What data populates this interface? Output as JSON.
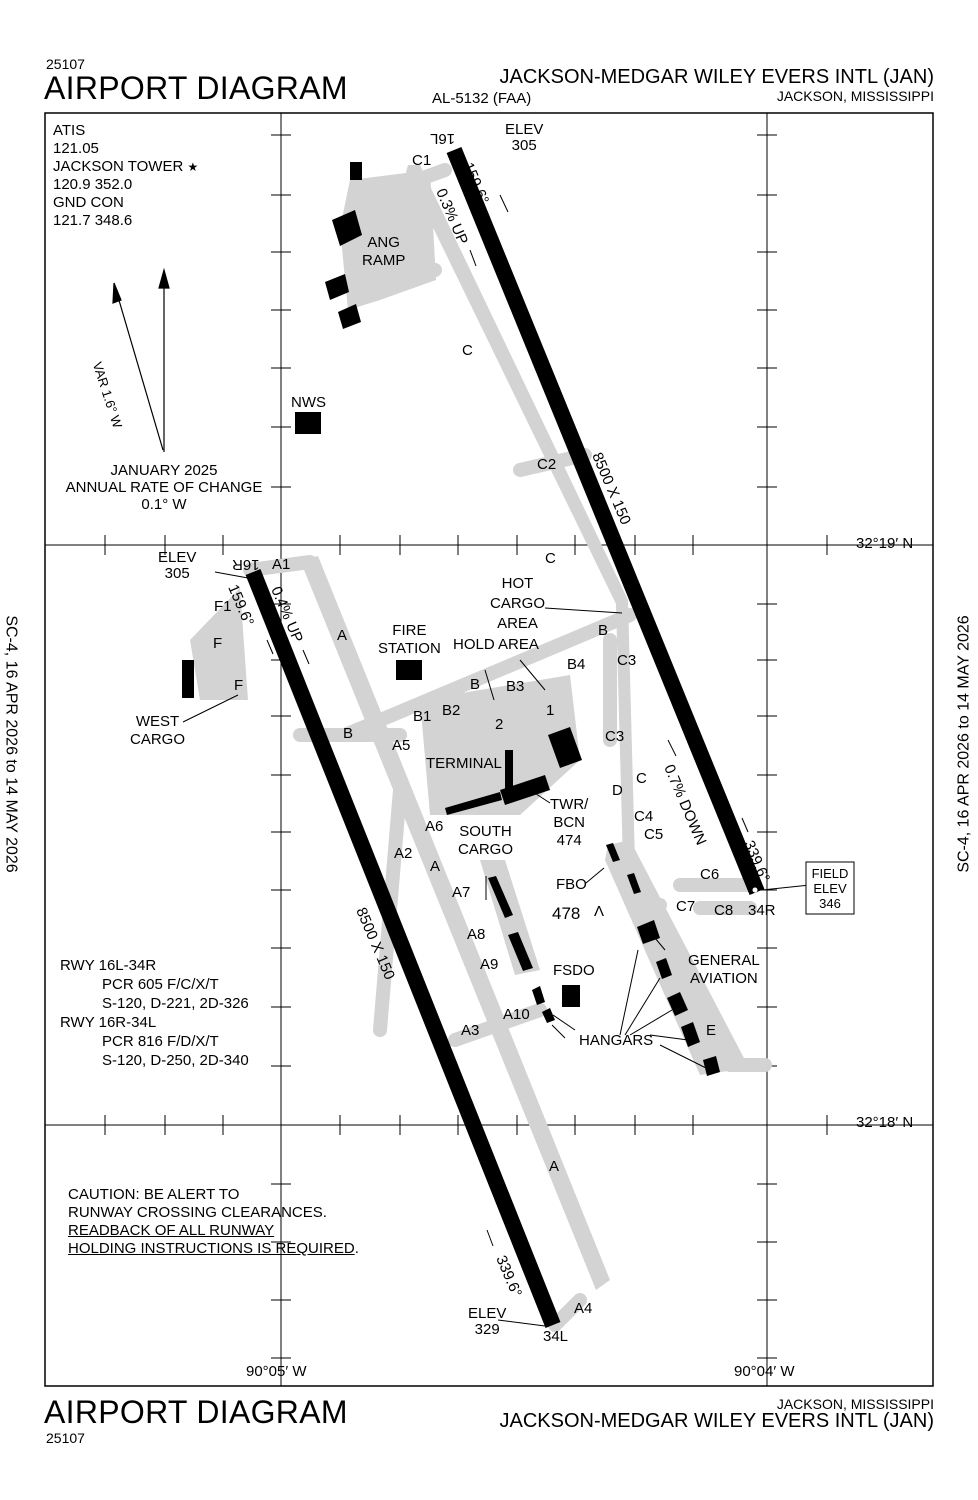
{
  "header": {
    "chart_number": "25107",
    "title": "AIRPORT DIAGRAM",
    "airport_name": "JACKSON-MEDGAR WILEY EVERS INTL (JAN)",
    "procedure_id": "AL-5132 (FAA)",
    "city_state": "JACKSON, MISSISSIPPI"
  },
  "footer": {
    "chart_number": "25107",
    "title": "AIRPORT DIAGRAM",
    "airport_name": "JACKSON-MEDGAR WILEY EVERS INTL (JAN)",
    "city_state": "JACKSON, MISSISSIPPI"
  },
  "side_dates": {
    "left": "SC-4, 16 APR 2026 to 14 MAY 2026",
    "right": "SC-4, 16 APR 2026 to 14 MAY 2026"
  },
  "frequencies": {
    "atis_label": "ATIS",
    "atis_freq": "121.05",
    "tower_label": "JACKSON TOWER",
    "tower_freq": "120.9 352.0",
    "gnd_label": "GND CON",
    "gnd_freq": "121.7 348.6"
  },
  "magnetic": {
    "variation": "VAR 1.6° W",
    "date": "JANUARY 2025",
    "rate_label": "ANNUAL RATE OF CHANGE",
    "rate_value": "0.1° W"
  },
  "coords": {
    "lat_upper": "32°19′ N",
    "lat_lower": "32°18′ N",
    "lon_left": "90°05′ W",
    "lon_right": "90°04′ W"
  },
  "runways": {
    "east": {
      "north_end": "16L",
      "south_end": "34R",
      "dimensions": "8500 X 150",
      "heading_n": "159.6°",
      "heading_s": "339.6°",
      "grade": "0.3% UP",
      "grade_down": "0.7% DOWN",
      "north_elev_label": "ELEV",
      "north_elev": "305"
    },
    "west": {
      "north_end": "16R",
      "south_end": "34L",
      "dimensions": "8500 X 150",
      "heading_n": "159.6°",
      "heading_s": "339.6°",
      "grade": "0.4% UP",
      "north_elev_label": "ELEV",
      "north_elev": "305",
      "south_elev_label": "ELEV",
      "south_elev": "329"
    }
  },
  "field_elev": {
    "label1": "FIELD",
    "label2": "ELEV",
    "value": "346"
  },
  "labels": {
    "ang_ramp_1": "ANG",
    "ang_ramp_2": "RAMP",
    "nws": "NWS",
    "fire_1": "FIRE",
    "fire_2": "STATION",
    "hot_cargo_1": "HOT",
    "hot_cargo_2": "CARGO",
    "hot_cargo_3": "AREA",
    "hold_area": "HOLD AREA",
    "terminal": "TERMINAL",
    "twr_1": "TWR/",
    "twr_2": "BCN",
    "twr_3": "474",
    "south_cargo_1": "SOUTH",
    "south_cargo_2": "CARGO",
    "west_cargo_1": "WEST",
    "west_cargo_2": "CARGO",
    "fbo": "FBO",
    "obstacle": "478",
    "fsdo": "FSDO",
    "general_aviation_1": "GENERAL",
    "general_aviation_2": "AVIATION",
    "hangars": "HANGARS",
    "hold_1": "1",
    "hold_2": "2"
  },
  "taxiways": [
    "A",
    "A1",
    "A2",
    "A3",
    "A4",
    "A5",
    "A6",
    "A7",
    "A8",
    "A9",
    "A10",
    "B",
    "B1",
    "B2",
    "B3",
    "B4",
    "C",
    "C1",
    "C2",
    "C3",
    "C4",
    "C5",
    "C6",
    "C7",
    "C8",
    "D",
    "E",
    "F",
    "F1"
  ],
  "runway_info": {
    "rwy1": "RWY  16L-34R",
    "rwy1_pcr": "PCR  605 F/C/X/T",
    "rwy1_gear": "S-120, D-221, 2D-326",
    "rwy2": "RWY  16R-34L",
    "rwy2_pcr": "PCR  816 F/D/X/T",
    "rwy2_gear": "S-120, D-250, 2D-340"
  },
  "caution": {
    "line1": "CAUTION:  BE ALERT TO",
    "line2": "RUNWAY CROSSING CLEARANCES.",
    "line3": "READBACK OF ALL RUNWAY",
    "line4": "HOLDING INSTRUCTIONS IS REQUIRED",
    "line4_end": "."
  }
}
